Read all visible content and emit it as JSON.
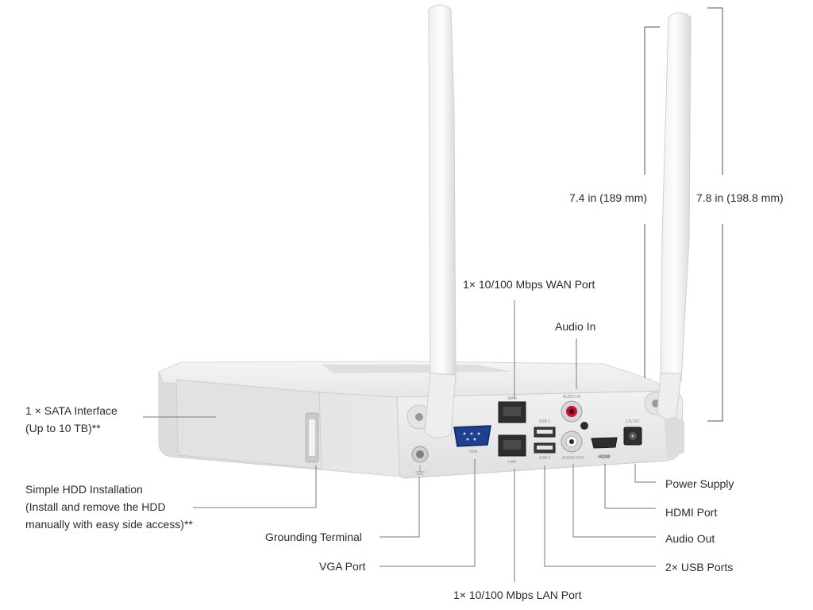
{
  "dimensions": {
    "device_height": "7.4 in (189 mm)",
    "antenna_height": "7.8 in (198.8 mm)"
  },
  "callouts": {
    "sata_line1": "1 × SATA Interface",
    "sata_line2": "(Up to 10 TB)**",
    "hdd_line1": "Simple HDD Installation",
    "hdd_line2": "(Install and remove the HDD",
    "hdd_line3": "manually with easy side access)**",
    "grounding": "Grounding Terminal",
    "vga": "VGA Port",
    "wan": "1× 10/100 Mbps WAN Port",
    "lan": "1× 10/100 Mbps LAN Port",
    "audio_in": "Audio In",
    "power": "Power Supply",
    "hdmi": "HDMI Port",
    "audio_out": "Audio Out",
    "usb": "2× USB Ports"
  },
  "port_labels": {
    "vga": "VGA",
    "wan": "WAN",
    "lan": "LAN",
    "usb1": "USB 1",
    "usb2": "USB 2",
    "audio_in": "AUDIO IN",
    "audio_out": "AUDIO OUT",
    "hdmi": "HDMI",
    "dc": "12V DC"
  },
  "colors": {
    "device_body": "#e9e9ea",
    "device_shadow": "#d3d3d5",
    "leader_line": "#7a7a7a",
    "audio_in_red": "#c8102e"
  }
}
